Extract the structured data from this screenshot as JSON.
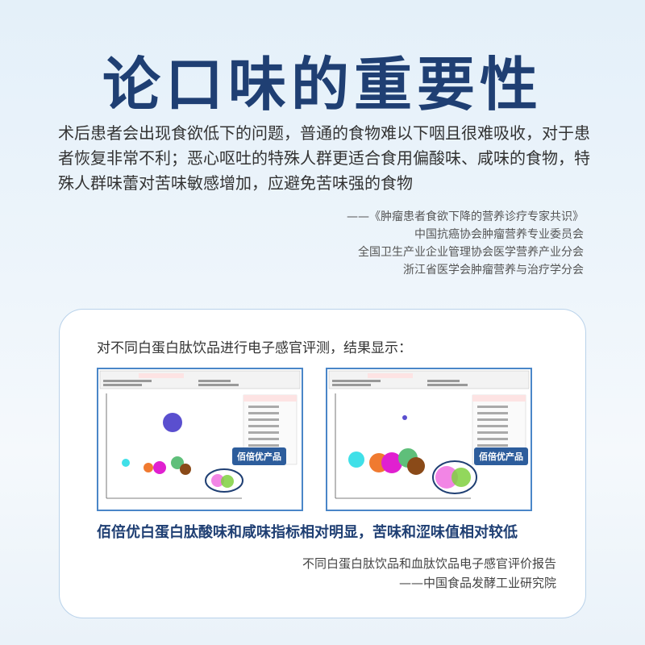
{
  "title": "论口味的重要性",
  "paragraph": "术后患者会出现食欲低下的问题，普通的食物难以下咽且很难吸收，对于患者恢复非常不利；恶心呕吐的特殊人群更适合食用偏酸味、咸味的食物，特殊人群味蕾对苦味敏感增加，应避免苦味强的食物",
  "citation": {
    "line1": "——《肿瘤患者食欲下降的营养诊疗专家共识》",
    "line2": "中国抗癌协会肿瘤营养专业委员会",
    "line3": "全国卫生产业企业管理协会医学营养产业分会",
    "line4": "浙江省医学会肿瘤营养与治疗学分会"
  },
  "card": {
    "intro": "对不同白蛋白肽饮品进行电子感官评测，结果显示：",
    "highlight_tag": "佰倍优产品",
    "conclusion": "佰倍优白蛋白肽酸味和咸味指标相对明显，苦味和涩味值相对较低",
    "source_line1": "不同白蛋白肽饮品和血肽饮品电子感官评价报告",
    "source_line2": "——中国食品发酵工业研究院"
  },
  "colors": {
    "title": "#1f3f73",
    "card_border": "#b9d2ea",
    "chart_border": "#4a86c8",
    "tag_bg": "#2d5d9c"
  }
}
